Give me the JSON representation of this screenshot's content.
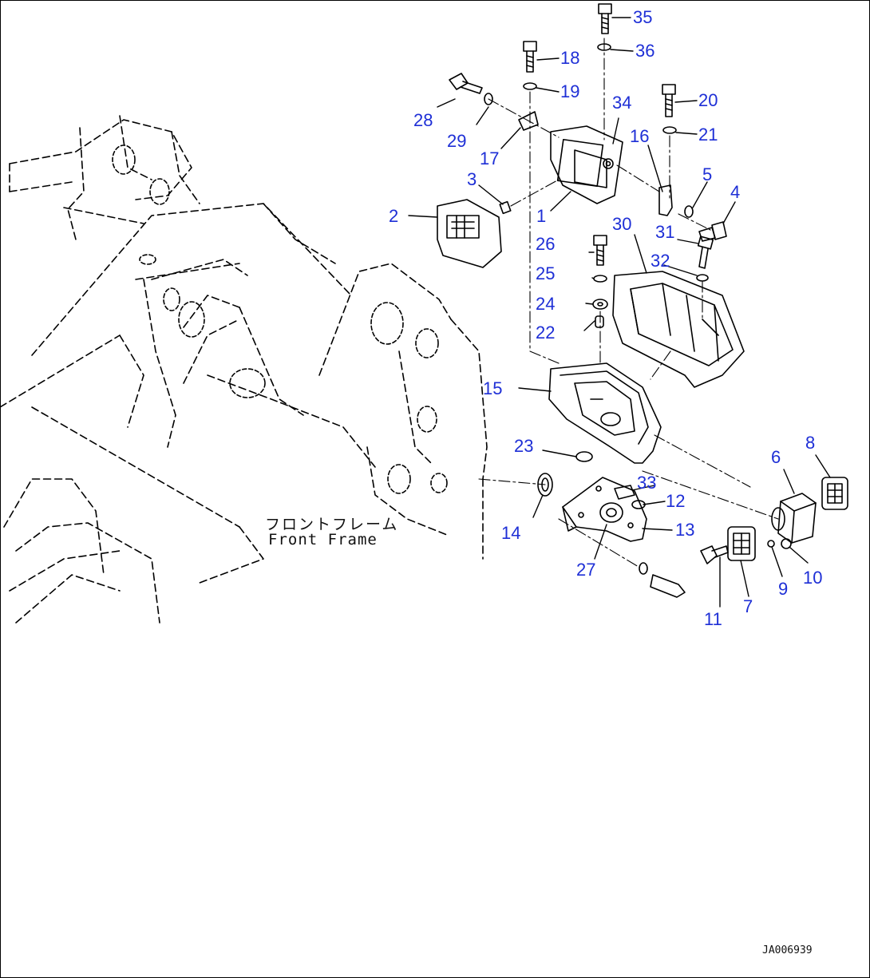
{
  "figure": {
    "caption_jp": "フロントフレーム",
    "caption_en": "Front Frame",
    "drawing_code": "JA006939",
    "callout_color": "#1e2fd6"
  },
  "callouts": [
    "1",
    "2",
    "3",
    "4",
    "5",
    "6",
    "7",
    "8",
    "9",
    "10",
    "11",
    "12",
    "13",
    "14",
    "15",
    "16",
    "17",
    "18",
    "19",
    "20",
    "21",
    "22",
    "23",
    "24",
    "25",
    "26",
    "27",
    "28",
    "29",
    "30",
    "31",
    "32",
    "33",
    "34",
    "35",
    "36"
  ]
}
